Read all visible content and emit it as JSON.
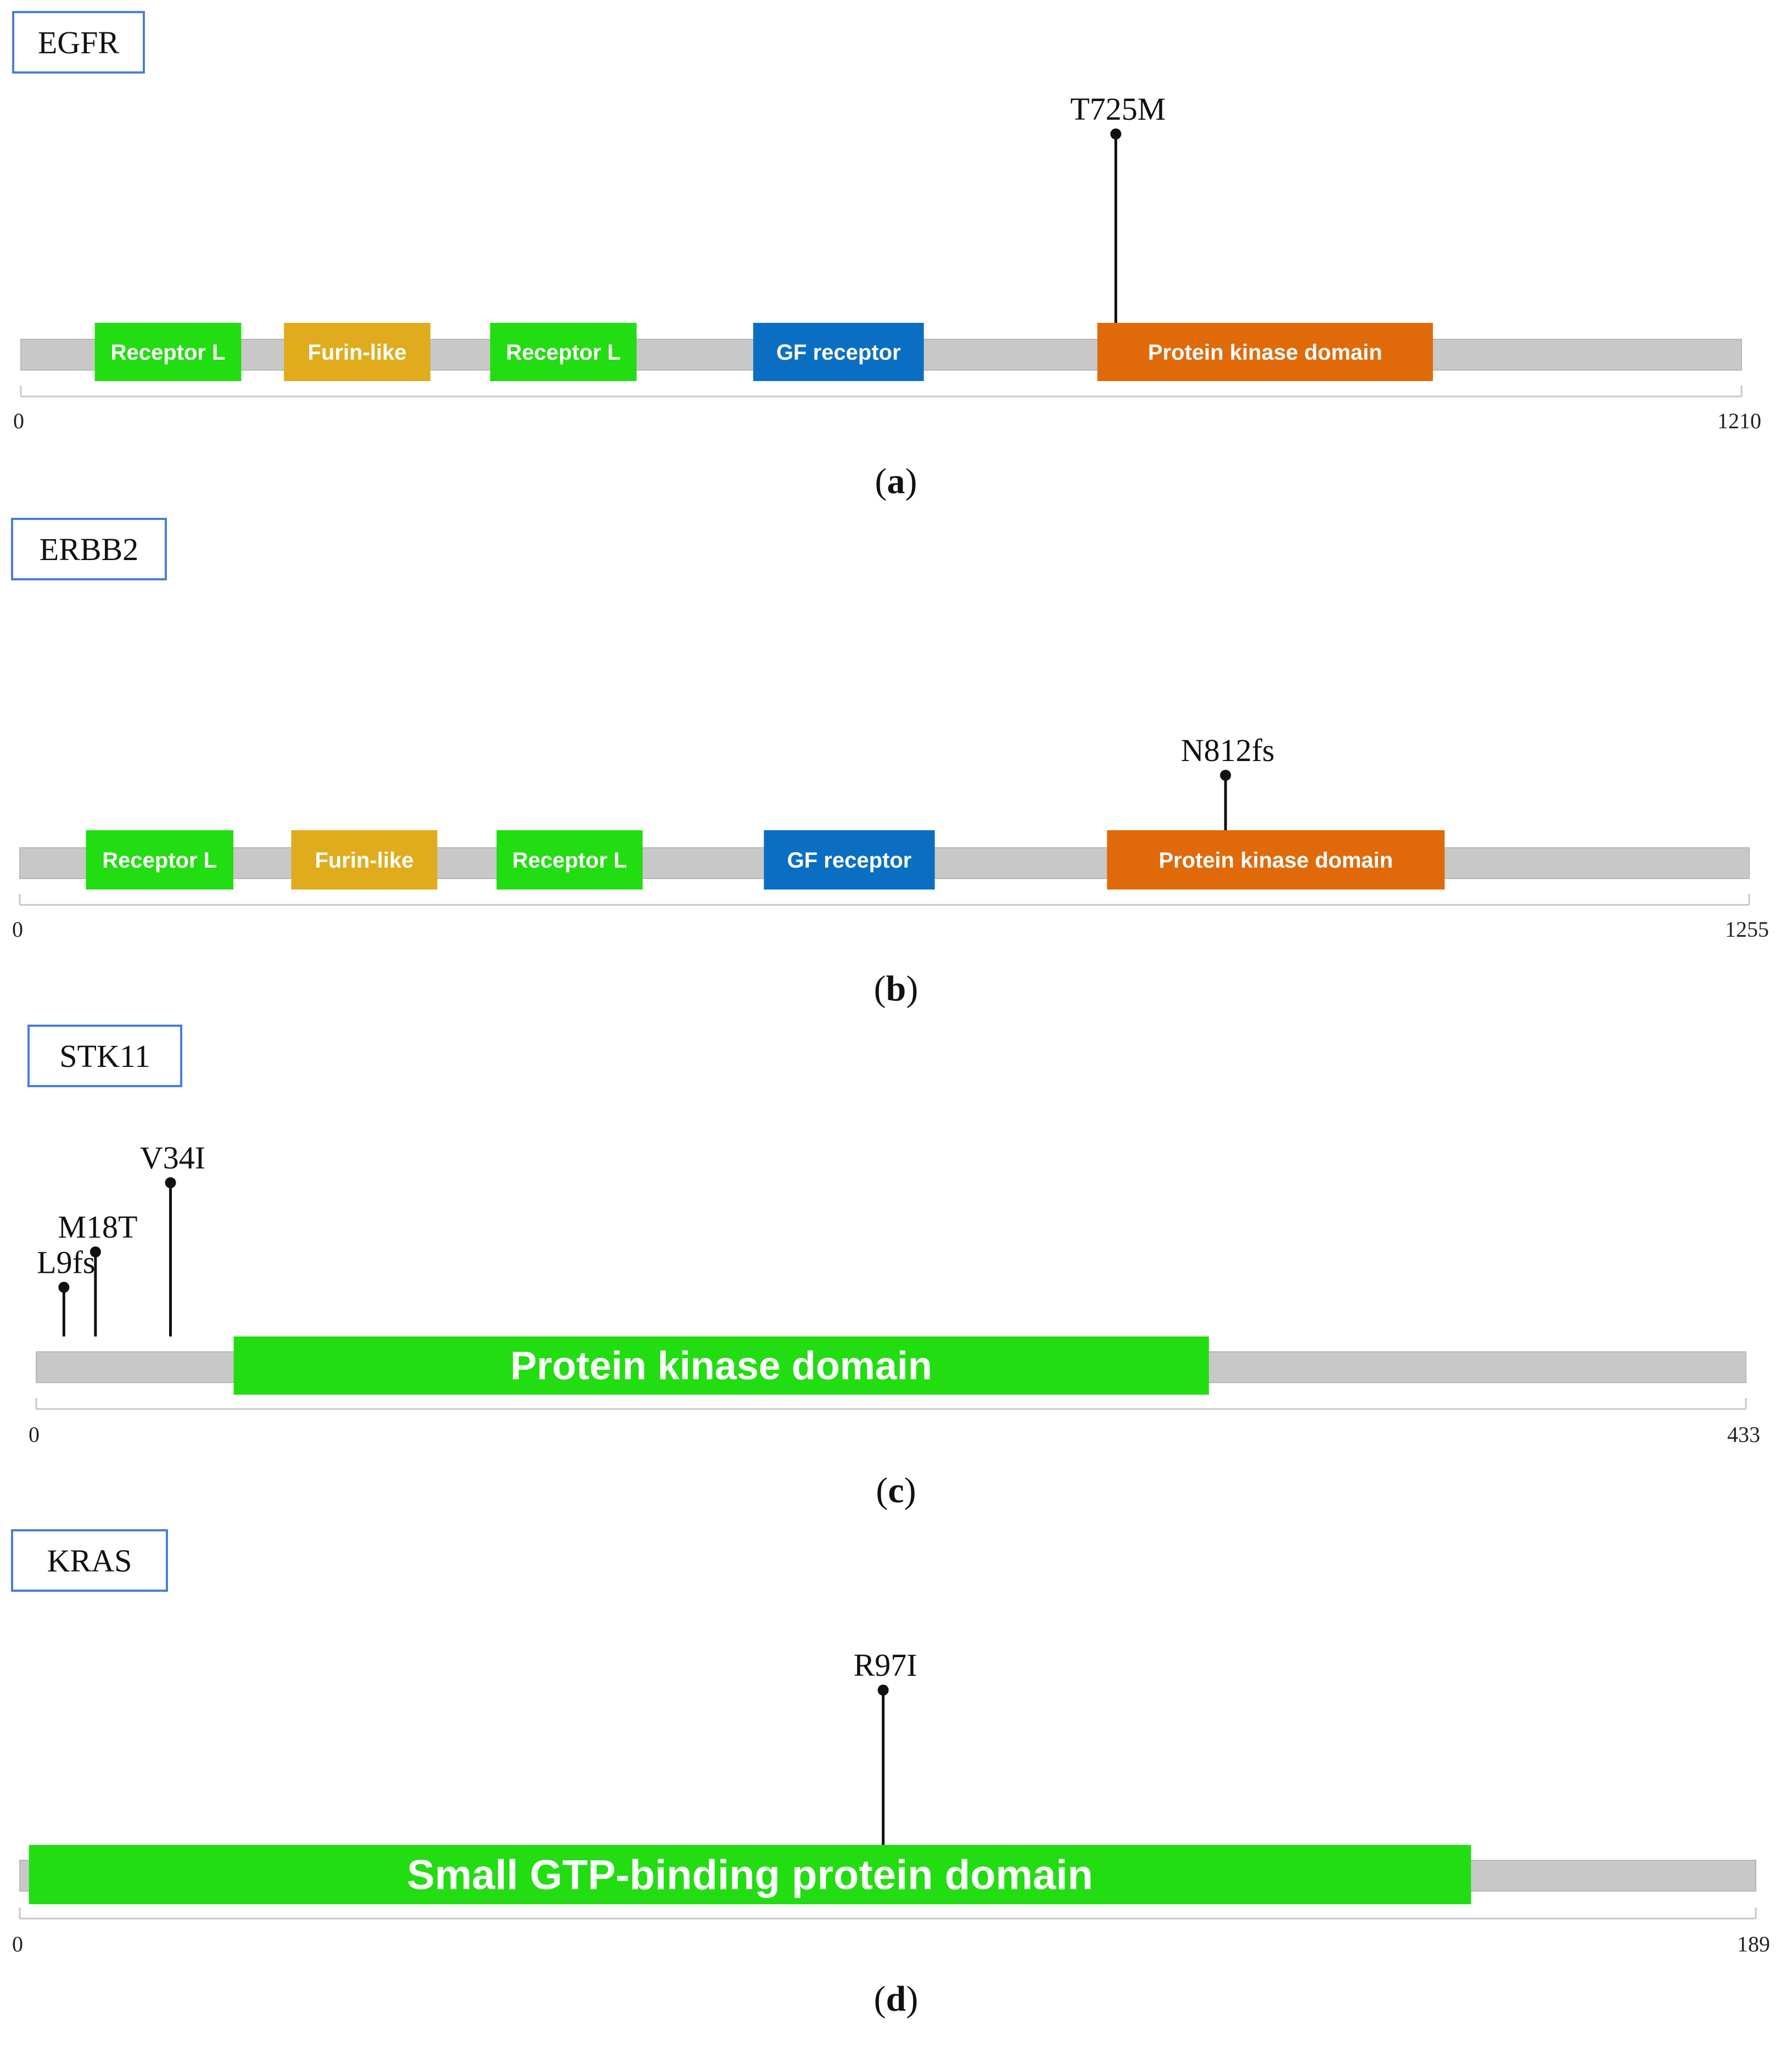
{
  "chart_data": {
    "type": "lollipop-domain",
    "panels": [
      {
        "gene": "EGFR",
        "panel_label": "a",
        "length": 1210,
        "axis_ticks": [
          0,
          1210
        ],
        "domains": [
          {
            "name": "Receptor L",
            "start": 52,
            "end": 155,
            "color": "#22dd11"
          },
          {
            "name": "Furin-like",
            "start": 185,
            "end": 288,
            "color": "#e0ac1e"
          },
          {
            "name": "Receptor L",
            "start": 330,
            "end": 433,
            "color": "#22dd11"
          },
          {
            "name": "GF receptor",
            "start": 515,
            "end": 635,
            "color": "#0a6fc2"
          },
          {
            "name": "Protein kinase domain",
            "start": 757,
            "end": 993,
            "color": "#e06a0a"
          }
        ],
        "mutations": [
          {
            "label": "T725M",
            "pos": 770,
            "height": 1.0
          }
        ]
      },
      {
        "gene": "ERBB2",
        "panel_label": "b",
        "length": 1255,
        "axis_ticks": [
          0,
          1255
        ],
        "domains": [
          {
            "name": "Receptor L",
            "start": 48,
            "end": 155,
            "color": "#22dd11"
          },
          {
            "name": "Furin-like",
            "start": 197,
            "end": 303,
            "color": "#e0ac1e"
          },
          {
            "name": "Receptor L",
            "start": 346,
            "end": 452,
            "color": "#22dd11"
          },
          {
            "name": "GF receptor",
            "start": 540,
            "end": 664,
            "color": "#0a6fc2"
          },
          {
            "name": "Protein kinase domain",
            "start": 789,
            "end": 1034,
            "color": "#e06a0a"
          }
        ],
        "mutations": [
          {
            "label": "N812fs",
            "pos": 875,
            "height": 1.0
          }
        ]
      },
      {
        "gene": "STK11",
        "panel_label": "c",
        "length": 433,
        "axis_ticks": [
          0,
          433
        ],
        "domains": [
          {
            "name": "Protein kinase domain",
            "start": 50,
            "end": 297,
            "color": "#22dd11"
          }
        ],
        "mutations": [
          {
            "label": "L9fs",
            "pos": 7,
            "height": 0.32
          },
          {
            "label": "M18T",
            "pos": 15,
            "height": 0.55
          },
          {
            "label": "V34I",
            "pos": 34,
            "height": 1.0
          }
        ]
      },
      {
        "gene": "KRAS",
        "panel_label": "d",
        "length": 189,
        "axis_ticks": [
          0,
          189
        ],
        "domains": [
          {
            "name": "Small GTP-binding protein domain",
            "start": 1,
            "end": 158,
            "color": "#22dd11"
          }
        ],
        "mutations": [
          {
            "label": "R97I",
            "pos": 94,
            "height": 1.0
          }
        ]
      }
    ]
  }
}
